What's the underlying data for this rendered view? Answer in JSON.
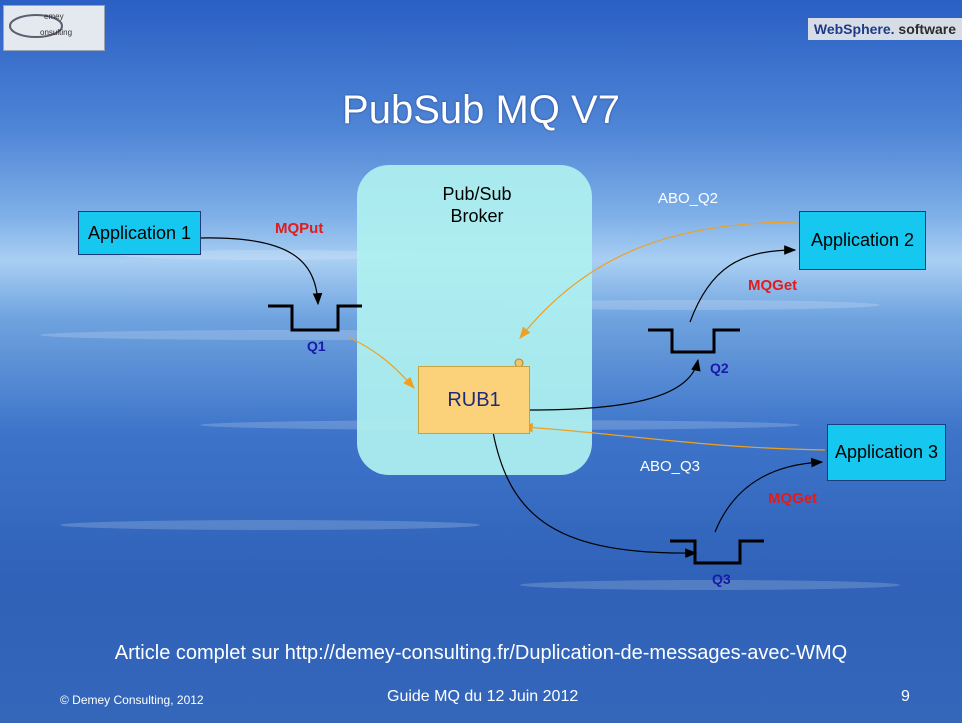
{
  "header": {
    "logo_line1": "emey",
    "logo_line2": "onsulting",
    "brand_ws": "WebSphere.",
    "brand_sw": "software"
  },
  "title": "PubSub MQ V7",
  "broker": {
    "line1": "Pub/Sub",
    "line2": "Broker"
  },
  "nodes": {
    "app1": "Application 1",
    "app2": "Application 2",
    "app3": "Application 3",
    "topic": "RUB1"
  },
  "queues": {
    "q1": "Q1",
    "q2": "Q2",
    "q3": "Q3"
  },
  "operations": {
    "put": "MQPut",
    "get2": "MQGet",
    "get3": "MQGet"
  },
  "subscriptions": {
    "sub2": "ABO_Q2",
    "sub3": "ABO_Q3"
  },
  "colors": {
    "arrow_dark": "#000000",
    "arrow_sub": "#f0a020",
    "app_fill": "#16c7ef",
    "topic_fill": "#fbd27a",
    "broker_fill": "#aef0f0"
  },
  "footer": {
    "article": "Article complet sur http://demey-consulting.fr/Duplication-de-messages-avec-WMQ",
    "copyright": "© Demey Consulting, 2012",
    "event": "Guide MQ du 12 Juin 2012",
    "page": "9"
  }
}
